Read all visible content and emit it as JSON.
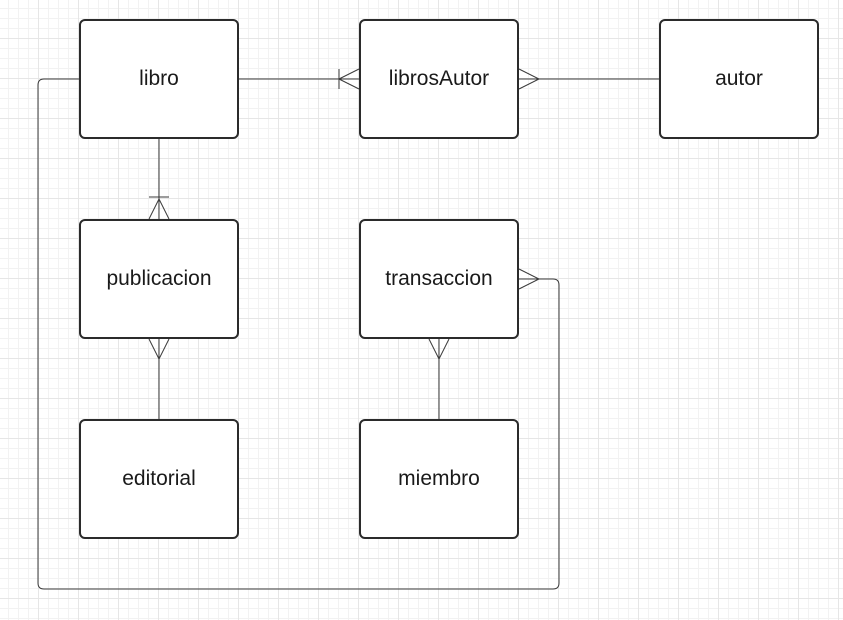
{
  "diagram": {
    "entities": [
      {
        "id": "libro",
        "label": "libro"
      },
      {
        "id": "librosAutor",
        "label": "librosAutor"
      },
      {
        "id": "autor",
        "label": "autor"
      },
      {
        "id": "publicacion",
        "label": "publicacion"
      },
      {
        "id": "transaccion",
        "label": "transaccion"
      },
      {
        "id": "editorial",
        "label": "editorial"
      },
      {
        "id": "miembro",
        "label": "miembro"
      }
    ],
    "relationships": [
      {
        "from": "libro",
        "to": "librosAutor",
        "from_end": "none",
        "to_end": "one-or-many"
      },
      {
        "from": "autor",
        "to": "librosAutor",
        "from_end": "none",
        "to_end": "many"
      },
      {
        "from": "libro",
        "to": "publicacion",
        "from_end": "none",
        "to_end": "one-or-many"
      },
      {
        "from": "editorial",
        "to": "publicacion",
        "from_end": "none",
        "to_end": "many"
      },
      {
        "from": "miembro",
        "to": "transaccion",
        "from_end": "none",
        "to_end": "many"
      },
      {
        "from": "libro",
        "to": "transaccion",
        "from_end": "none",
        "to_end": "many"
      }
    ]
  },
  "colors": {
    "background": "#ffffff",
    "grid": "#e6e6e6",
    "stroke": "#2b2b2b",
    "connector": "#3a3a3a"
  }
}
